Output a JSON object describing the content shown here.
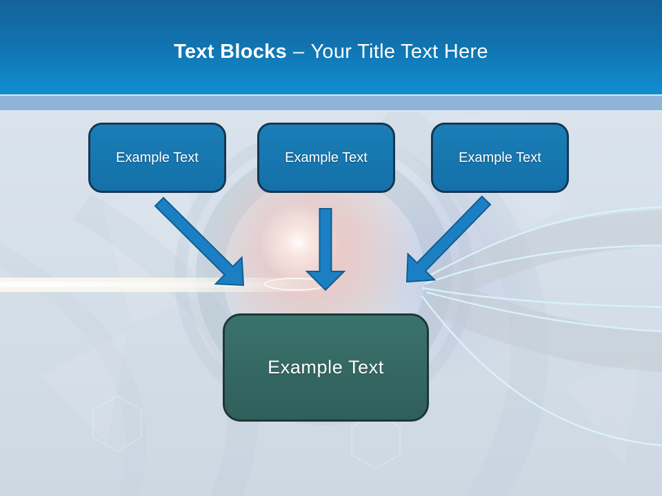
{
  "slide": {
    "header": {
      "title_bold": "Text Blocks",
      "title_separator": "–",
      "title_regular": "Your Title Text Here"
    },
    "boxes": {
      "top": [
        {
          "label": "Example Text"
        },
        {
          "label": "Example Text"
        },
        {
          "label": "Example Text"
        }
      ],
      "center": {
        "label": "Example Text"
      }
    },
    "arrows": [
      {
        "name": "arrow-diagonal-down-right"
      },
      {
        "name": "arrow-down"
      },
      {
        "name": "arrow-diagonal-down-left"
      }
    ],
    "colors": {
      "header_gradient_top": "#14629b",
      "header_gradient_bottom": "#0f8ed1",
      "header_band": "#90b4d8",
      "content_background": "#d6e0ea",
      "top_box_fill": "#1577b0",
      "top_box_border": "#143752",
      "center_box_fill": "#356964",
      "center_box_border": "#1c3734",
      "arrow_fill": "#1c7fc3",
      "arrow_border": "#0e5c93",
      "title_text": "#ffffff"
    }
  }
}
